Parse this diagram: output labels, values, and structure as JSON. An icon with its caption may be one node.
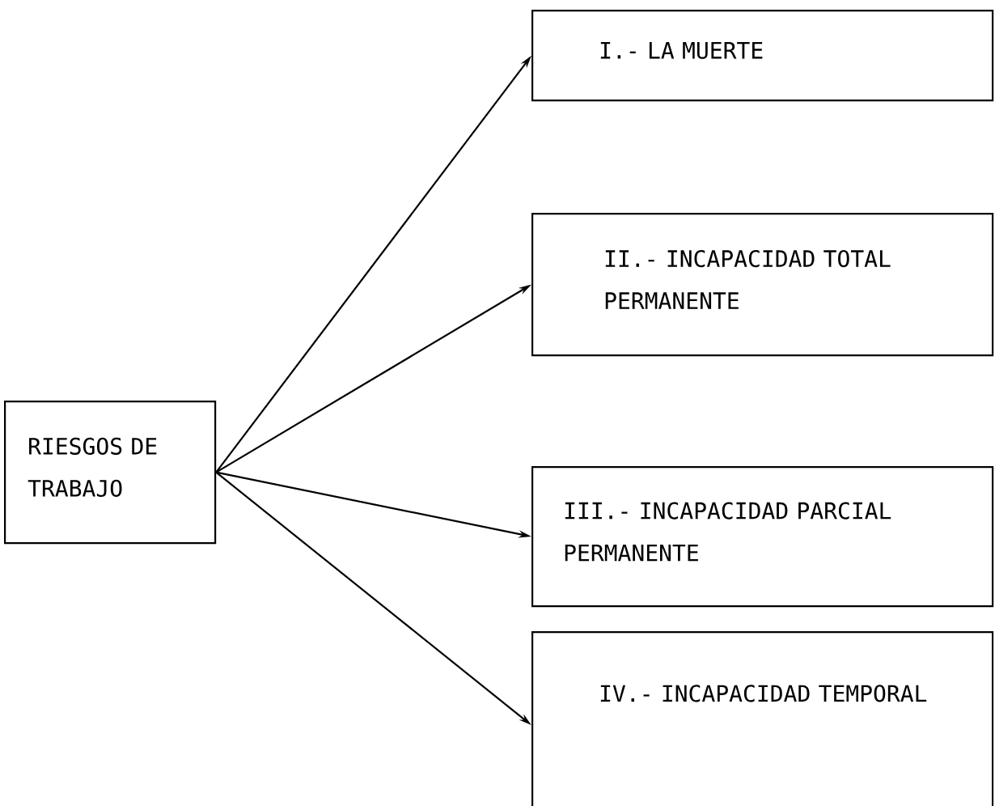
{
  "diagram": {
    "nodes": [
      {
        "text": [
          "RIESGOS DE TRABAJO"
        ]
      },
      {
        "text": [
          "I.- LA MUERTE"
        ]
      },
      {
        "text": [
          "II.- INCAPACIDAD TOTAL PERMANENTE"
        ]
      },
      {
        "text": [
          "III.- INCAPACIDAD PARCIAL PERMANENTE"
        ]
      },
      {
        "text": [
          "IV.- INCAPACIDAD TEMPORAL"
        ]
      }
    ],
    "edges": [
      {
        "from": 0,
        "to": 1,
        "arrow": "to"
      },
      {
        "from": 0,
        "to": 2,
        "arrow": "to"
      },
      {
        "from": 0,
        "to": 3,
        "arrow": "to"
      },
      {
        "from": 0,
        "to": 4,
        "arrow": "to"
      }
    ]
  }
}
